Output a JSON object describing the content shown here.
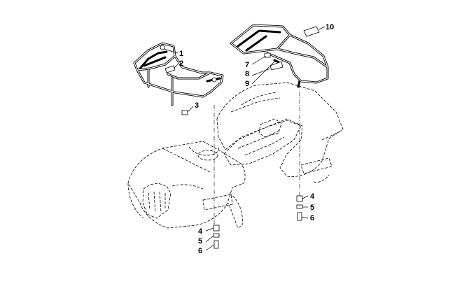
{
  "diagram": {
    "callouts": [
      {
        "id": "c1",
        "text": "1"
      },
      {
        "id": "c2",
        "text": "2"
      },
      {
        "id": "c3",
        "text": "3"
      },
      {
        "id": "c4a",
        "text": "4"
      },
      {
        "id": "c5a",
        "text": "5"
      },
      {
        "id": "c6a",
        "text": "6"
      },
      {
        "id": "c4b",
        "text": "4"
      },
      {
        "id": "c5b",
        "text": "5"
      },
      {
        "id": "c6b",
        "text": "6"
      },
      {
        "id": "c7",
        "text": "7"
      },
      {
        "id": "c8",
        "text": "8"
      },
      {
        "id": "c9",
        "text": "9"
      },
      {
        "id": "c10",
        "text": "10"
      }
    ]
  }
}
